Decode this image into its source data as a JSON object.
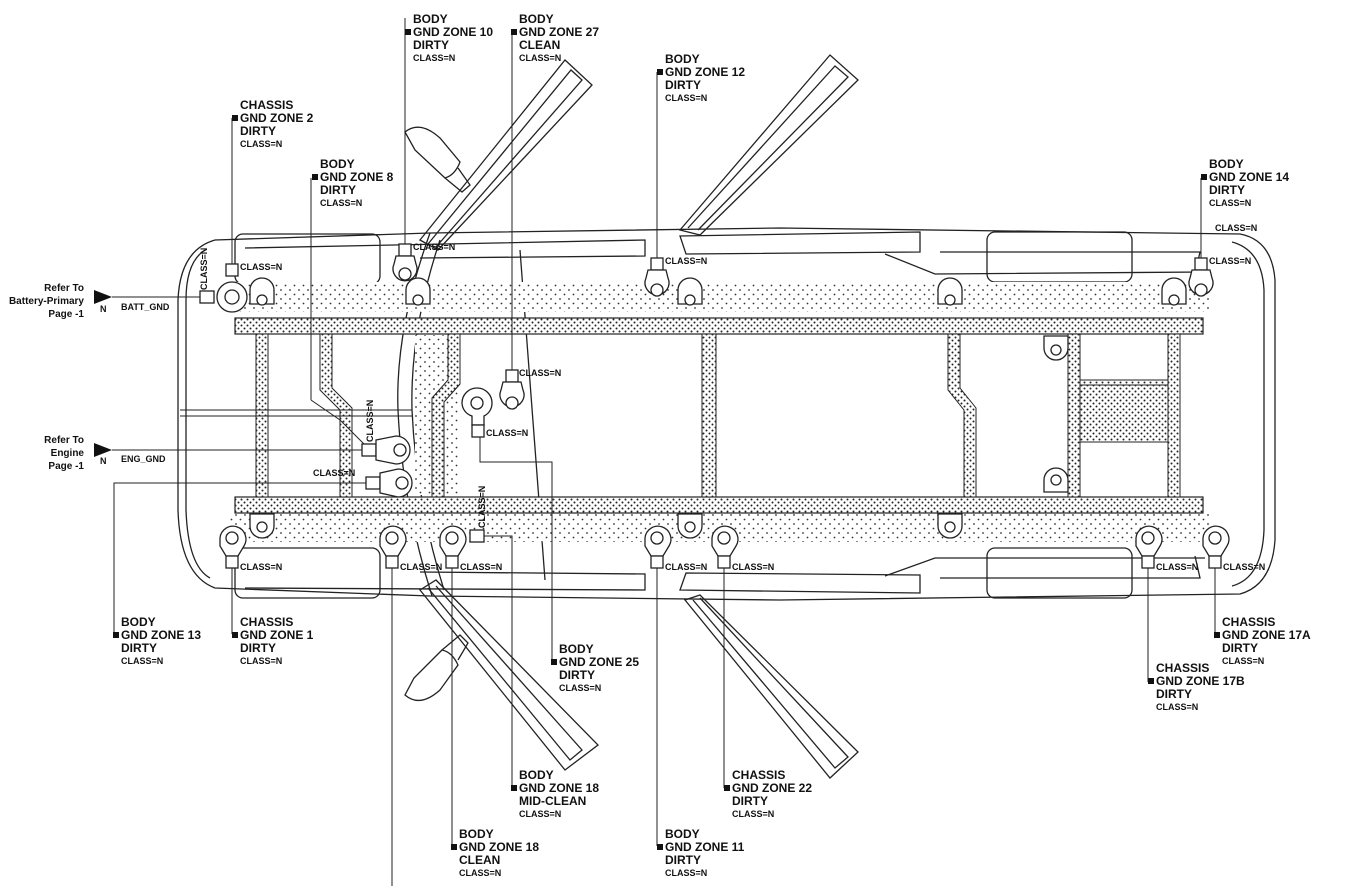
{
  "class_label": "CLASS=N",
  "refs": {
    "battery": {
      "lines": [
        "Refer To",
        "Battery-Primary",
        "Page -1"
      ],
      "wire": "BATT_GND",
      "pin": "N"
    },
    "engine": {
      "lines": [
        "Refer To",
        "Engine",
        "Page -1"
      ],
      "wire": "ENG_GND",
      "pin": "N"
    }
  },
  "zones": [
    {
      "id": "zone-10",
      "type": "BODY",
      "zone": "GND ZONE 10",
      "grade": "DIRTY",
      "class": "CLASS=N"
    },
    {
      "id": "zone-27",
      "type": "BODY",
      "zone": "GND ZONE 27",
      "grade": "CLEAN",
      "class": "CLASS=N"
    },
    {
      "id": "zone-12",
      "type": "BODY",
      "zone": "GND ZONE 12",
      "grade": "DIRTY",
      "class": "CLASS=N"
    },
    {
      "id": "zone-2",
      "type": "CHASSIS",
      "zone": "GND ZONE 2",
      "grade": "DIRTY",
      "class": "CLASS=N"
    },
    {
      "id": "zone-8",
      "type": "BODY",
      "zone": "GND ZONE 8",
      "grade": "DIRTY",
      "class": "CLASS=N"
    },
    {
      "id": "zone-14",
      "type": "BODY",
      "zone": "GND ZONE 14",
      "grade": "DIRTY",
      "class": "CLASS=N"
    },
    {
      "id": "zone-13",
      "type": "BODY",
      "zone": "GND ZONE 13",
      "grade": "DIRTY",
      "class": "CLASS=N"
    },
    {
      "id": "zone-1",
      "type": "CHASSIS",
      "zone": "GND ZONE 1",
      "grade": "DIRTY",
      "class": "CLASS=N"
    },
    {
      "id": "zone-25",
      "type": "BODY",
      "zone": "GND ZONE 25",
      "grade": "DIRTY",
      "class": "CLASS=N"
    },
    {
      "id": "zone-17a",
      "type": "CHASSIS",
      "zone": "GND ZONE 17A",
      "grade": "DIRTY",
      "class": "CLASS=N"
    },
    {
      "id": "zone-17b",
      "type": "CHASSIS",
      "zone": "GND ZONE 17B",
      "grade": "DIRTY",
      "class": "CLASS=N"
    },
    {
      "id": "zone-18-mid",
      "type": "BODY",
      "zone": "GND ZONE 18",
      "grade": "MID-CLEAN",
      "class": "CLASS=N"
    },
    {
      "id": "zone-22",
      "type": "CHASSIS",
      "zone": "GND ZONE 22",
      "grade": "DIRTY",
      "class": "CLASS=N"
    },
    {
      "id": "zone-18-clean",
      "type": "BODY",
      "zone": "GND ZONE 18",
      "grade": "CLEAN",
      "class": "CLASS=N"
    },
    {
      "id": "zone-11",
      "type": "BODY",
      "zone": "GND ZONE 11",
      "grade": "DIRTY",
      "class": "CLASS=N"
    }
  ]
}
